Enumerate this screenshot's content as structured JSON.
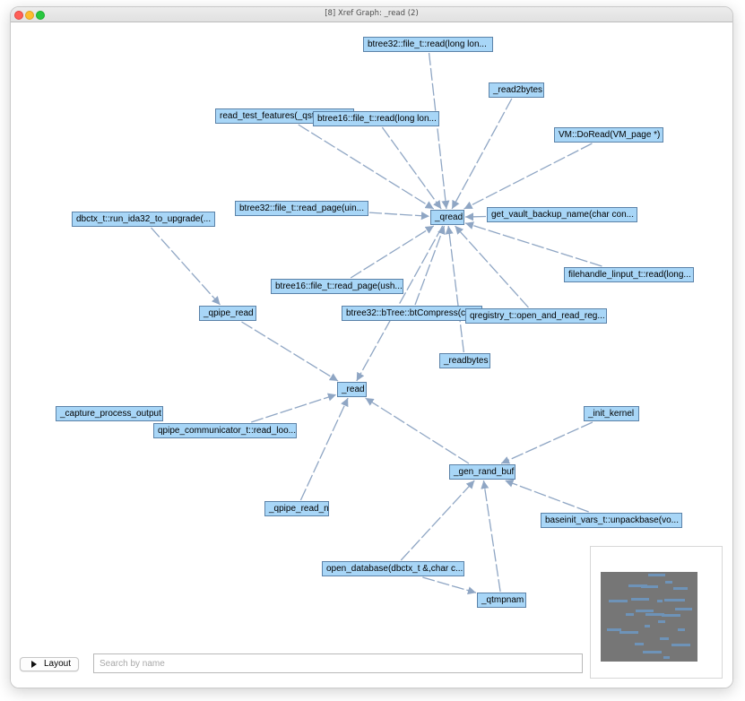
{
  "window": {
    "title": "[8] Xref Graph: _read (2)"
  },
  "colors": {
    "node_fill": "#a8d6f7",
    "node_border": "#5b82a8",
    "edge": "#8fa6c4",
    "minimap_bg": "#767676"
  },
  "graph": {
    "nodes": [
      {
        "id": "btree32_file_read",
        "label": "btree32::file_t::read(long lon..."
      },
      {
        "id": "read2bytes",
        "label": "_read2bytes"
      },
      {
        "id": "read_test_features",
        "label": "read_test_features(_qst"
      },
      {
        "id": "btree16_file_read",
        "label": "btree16::file_t::read(long lon..."
      },
      {
        "id": "vm_doread",
        "label": "VM::DoRead(VM_page *)"
      },
      {
        "id": "btree32_read_page",
        "label": "btree32::file_t::read_page(uin..."
      },
      {
        "id": "qread",
        "label": "_qread"
      },
      {
        "id": "get_vault_backup_name",
        "label": "get_vault_backup_name(char con..."
      },
      {
        "id": "dbctx_run_ida32",
        "label": "dbctx_t::run_ida32_to_upgrade(..."
      },
      {
        "id": "filehandle_linput_read",
        "label": "filehandle_linput_t::read(long..."
      },
      {
        "id": "btree16_read_page",
        "label": "btree16::file_t::read_page(ush..."
      },
      {
        "id": "qpipe_read",
        "label": "_qpipe_read"
      },
      {
        "id": "btree32_btcompress",
        "label": "btree32::bTree::btCompress(ch"
      },
      {
        "id": "qregistry_open_read",
        "label": "qregistry_t::open_and_read_reg..."
      },
      {
        "id": "readbytes",
        "label": "_readbytes"
      },
      {
        "id": "read",
        "label": "_read"
      },
      {
        "id": "capture_process_output",
        "label": "_capture_process_output"
      },
      {
        "id": "qpipe_communicator_read",
        "label": "qpipe_communicator_t::read_loo..."
      },
      {
        "id": "init_kernel",
        "label": "_init_kernel"
      },
      {
        "id": "gen_rand_buf",
        "label": "_gen_rand_buf"
      },
      {
        "id": "qpipe_read_n",
        "label": "_qpipe_read_n"
      },
      {
        "id": "baseinit_unpackbase",
        "label": "baseinit_vars_t::unpackbase(vo..."
      },
      {
        "id": "open_database",
        "label": "open_database(dbctx_t &,char c..."
      },
      {
        "id": "qtmpnam",
        "label": "_qtmpnam"
      }
    ]
  },
  "toolbar": {
    "layout_label": "Layout",
    "layout_icon": "play-icon",
    "search_placeholder": "Search by name",
    "search_value": ""
  }
}
